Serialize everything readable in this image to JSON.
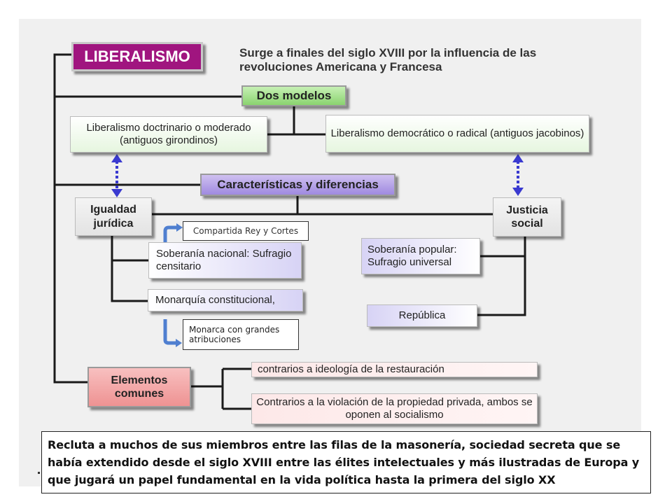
{
  "title": "LIBERALISMO",
  "intro": "Surge a finales del siglo XVIII por la influencia de las revoluciones Americana y Francesa",
  "dos_modelos": "Dos modelos",
  "modelo_doctrinario": "Liberalismo doctrinario o moderado (antiguos girondinos)",
  "modelo_democratico": "Liberalismo democrático o radical (antiguos jacobinos)",
  "caracteristicas": "Características y diferencias",
  "igualdad": "Igualdad jurídica",
  "justicia": "Justicia social",
  "soberania_nacional": "Soberanía nacional: Sufragio censitario",
  "monarquia": "Monarquía constitucional,",
  "soberania_popular": "Soberanía popular: Sufragio universal",
  "republica": "República",
  "nota_compartida": "Compartida Rey y Cortes",
  "nota_monarca": "Monarca con grandes atribuciones",
  "elementos": "Elementos comunes",
  "contrarios_1": "contrarios a ideología de la restauración",
  "contrarios_2": "Contrarios a la violación de la propiedad privada, ambos se oponen al socialismo",
  "bottom_text": "Recluta a muchos de sus miembros entre las filas de la masonería, sociedad secreta que se había extendido desde el siglo XVIII entre las élites intelectuales y más ilustradas de Europa y que jugará un papel fundamental en la vida política hasta la primera del siglo XX",
  "colors": {
    "liberalismo": "#a0157f",
    "dos_modelos": "#8ad36f",
    "caracteristicas": "#9f8ae0",
    "elementos": "#ee9292",
    "arrow": "#3a3ad0",
    "bent_arrow": "#4f7fd0"
  }
}
